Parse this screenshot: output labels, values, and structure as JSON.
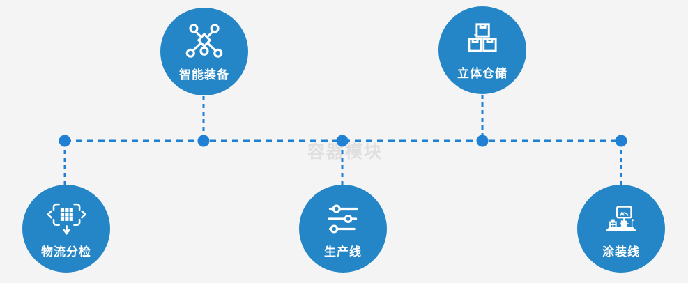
{
  "background": "#f4f4f5",
  "colors": {
    "circle_fill": "#2486c7",
    "connector_blue": "#1f80d4",
    "icon_stroke": "#ffffff",
    "label_text": "#ffffff",
    "watermark_text": "#e0dfdf"
  },
  "watermark": {
    "text": "容器模块"
  },
  "nodes": [
    {
      "id": "smart-equipment",
      "label": "智能装备",
      "icon": "network-nodes-icon",
      "position": "top-left"
    },
    {
      "id": "stereo-warehouse",
      "label": "立体仓储",
      "icon": "stacked-boxes-icon",
      "position": "top-right"
    },
    {
      "id": "logistics-sorting",
      "label": "物流分检",
      "icon": "sorting-arrows-icon",
      "position": "bottom-left"
    },
    {
      "id": "production-line",
      "label": "生产线",
      "icon": "sliders-icon",
      "position": "bottom-center"
    },
    {
      "id": "painting-line",
      "label": "涂装线",
      "icon": "machine-monitor-icon",
      "position": "bottom-right"
    }
  ]
}
